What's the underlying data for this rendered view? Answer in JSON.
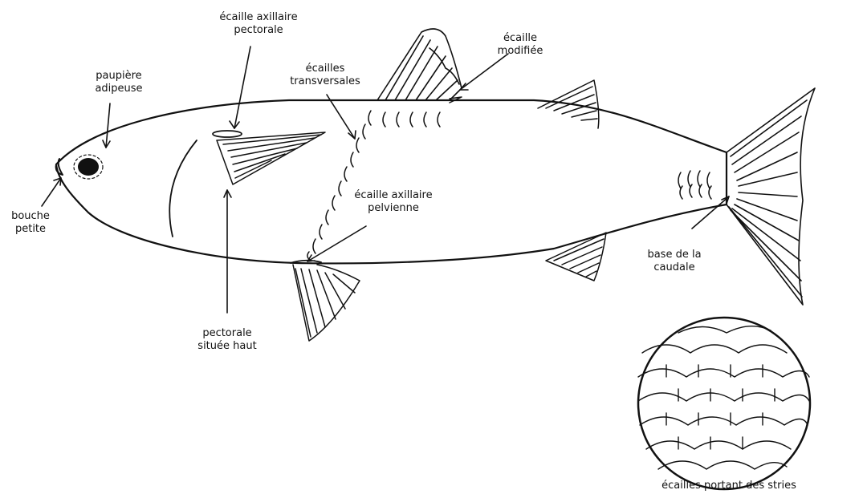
{
  "labels": {
    "ecaille_axillaire_pectorale": [
      "écaille axillaire",
      "pectorale"
    ],
    "ecaille_modifiee": [
      "écaille",
      "modifiée"
    ],
    "ecailles_transversales": [
      "écailles",
      "transversales"
    ],
    "paupiere_adipeuse": [
      "paupière",
      "adipeuse"
    ],
    "bouche_petite": [
      "bouche",
      "petite"
    ],
    "ecaille_axillaire_pelvienne": [
      "écaille axillaire",
      "pelvienne"
    ],
    "base_caudale": [
      "base de la",
      "caudale"
    ],
    "pectorale_haut": [
      "pectorale",
      "située haut"
    ],
    "stries": [
      "écailles portant des stries"
    ]
  }
}
